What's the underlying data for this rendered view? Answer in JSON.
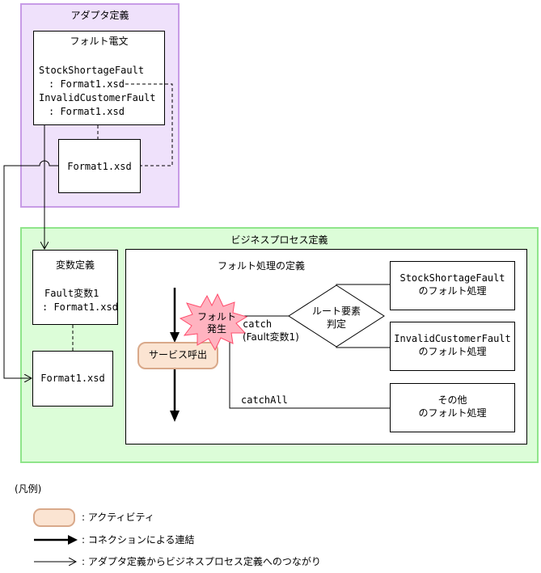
{
  "adapter": {
    "title": "アダプタ定義",
    "fault_message_title": "フォルト電文",
    "fault_lines": [
      "StockShortageFault",
      "　: Format1.xsd",
      "InvalidCustomerFault",
      "　: Format1.xsd"
    ],
    "xsd_box": "Format1.xsd"
  },
  "business": {
    "title": "ビジネスプロセス定義",
    "variable_title": "変数定義",
    "variable_lines": [
      "Fault変数1",
      ": Format1.xsd"
    ],
    "xsd_box": "Format1.xsd",
    "fault_handling_title": "フォルト処理の定義",
    "fault_burst": [
      "フォルト",
      "発生"
    ],
    "service_call": "サービス呼出",
    "catch_lines": [
      "catch",
      "(Fault変数1)"
    ],
    "catch_all": "catchAll",
    "root_decision": [
      "ルート要素",
      "判定"
    ],
    "handlers": [
      [
        "StockShortageFault",
        "のフォルト処理"
      ],
      [
        "InvalidCustomerFault",
        "のフォルト処理"
      ],
      [
        "その他",
        "のフォルト処理"
      ]
    ]
  },
  "legend": {
    "title": "(凡例)",
    "items": [
      ": アクティビティ",
      ": コネクションによる連結",
      ": アダプタ定義からビジネスプロセス定義へのつながり"
    ]
  },
  "colors": {
    "adapter_fill": "#efe1fb",
    "adapter_border": "#c79be6",
    "business_fill": "#dcfdd8",
    "business_border": "#8fe58a",
    "activity_fill": "#fbe4d2",
    "activity_border": "#d9a98a",
    "burst_fill": "#ffb3c0",
    "burst_border": "#ff4b6b"
  }
}
